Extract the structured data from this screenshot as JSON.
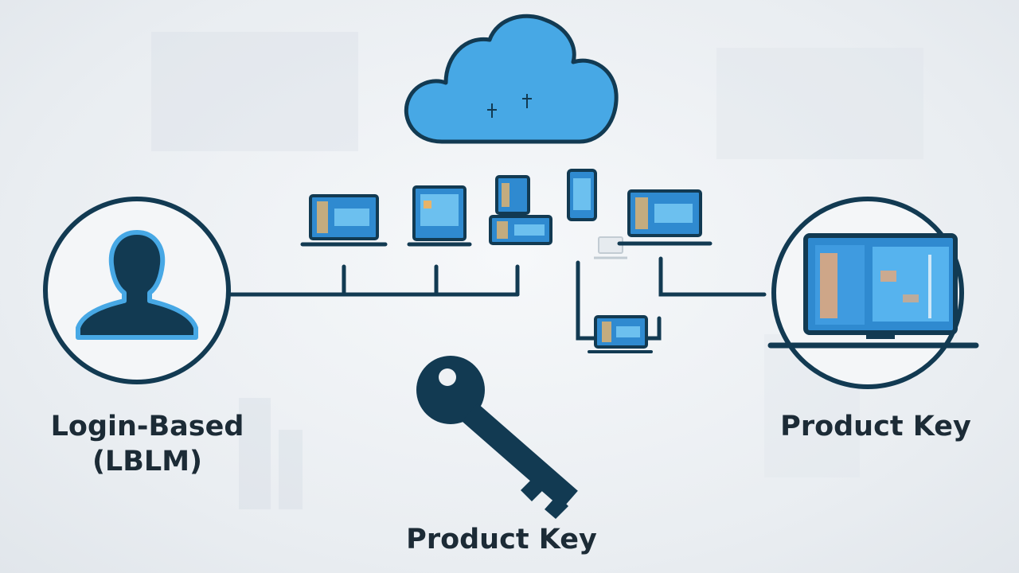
{
  "labels": {
    "login_based_line1": "Login-Based",
    "login_based_line2": "(LBLM)",
    "product_key_right": "Product Key",
    "product_key_center": "Product Key"
  },
  "icons": {
    "cloud": "cloud-icon",
    "user": "user-icon",
    "key": "key-icon",
    "laptop": "laptop-icon",
    "tablet": "tablet-icon",
    "phone": "phone-icon",
    "monitor": "monitor-icon"
  },
  "colors": {
    "navy": "#123a52",
    "accent": "#47a8e5",
    "screen": "#2f8ad0",
    "background": "#eef1f4",
    "text": "#1c2b36"
  }
}
